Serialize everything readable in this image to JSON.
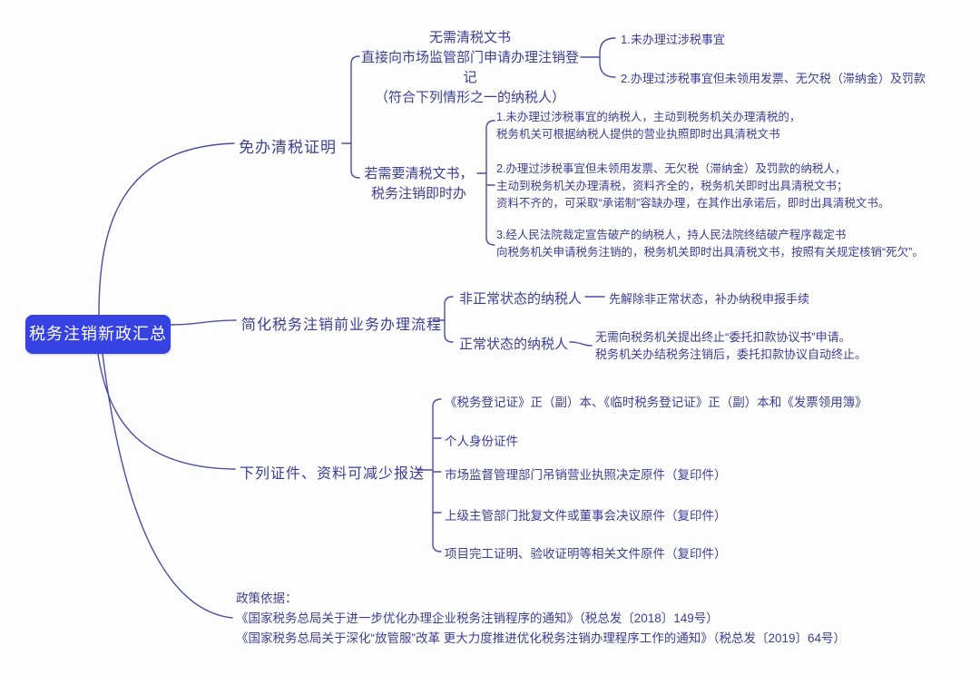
{
  "colors": {
    "root_bg": "#3742e2",
    "root_text": "#ffffff",
    "ink": "#3c3e94",
    "line": "#4b4da3"
  },
  "root": {
    "label": "税务注销新政汇总"
  },
  "branches": {
    "mianban": {
      "label": "免办清税证明",
      "direct_node": "无需清税文书\n直接向市场监管部门申请办理注销登记\n（符合下列情形之一的纳税人）",
      "direct_leaves": [
        "1.未办理过涉税事宜",
        "2.办理过涉税事宜但未领用发票、无欠税（滞纳金）及罚款"
      ],
      "need_node": "若需要清税文书，\n税务注销即时办",
      "need_leaves": [
        "1.未办理过涉税事宜的纳税人，主动到税务机关办理清税的，\n税务机关可根据纳税人提供的营业执照即时出具清税文书",
        "2.办理过涉税事宜但未领用发票、无欠税（滞纳金）及罚款的纳税人，\n主动到税务机关办理清税，资料齐全的，税务机关即时出具清税文书；\n资料不齐的，可采取“承诺制”容缺办理，在其作出承诺后，即时出具清税文书。",
        "3.经人民法院裁定宣告破产的纳税人，持人民法院终结破产程序裁定书\n向税务机关申请税务注销的，税务机关即时出具清税文书，按照有关规定核销“死欠”。"
      ]
    },
    "jianhua": {
      "label": "简化税务注销前业务办理流程",
      "abnormal_label": "非正常状态的纳税人",
      "abnormal_detail": "先解除非正常状态，补办纳税申报手续",
      "normal_label": "正常状态的纳税人",
      "normal_detail": "无需向税务机关提出终止“委托扣款协议书”申请。\n税务机关办结税务注销后，委托扣款协议自动终止。"
    },
    "jianshao": {
      "label": "下列证件、资料可减少报送",
      "items": [
        "《税务登记证》正（副）本、《临时税务登记证》正（副）本和《发票领用簿》",
        "个人身份证件",
        "市场监督管理部门吊销营业执照决定原件（复印件）",
        "上级主管部门批复文件或董事会决议原件（复印件）",
        "项目完工证明、验收证明等相关文件原件（复印件）"
      ]
    },
    "policy": {
      "heading": "政策依据：",
      "docs": [
        "《国家税务总局关于进一步优化办理企业税务注销程序的通知》（税总发〔2018〕149号）",
        "《国家税务总局关于深化“放管服”改革 更大力度推进优化税务注销办理程序工作的通知》（税总发〔2019〕64号）"
      ]
    }
  }
}
